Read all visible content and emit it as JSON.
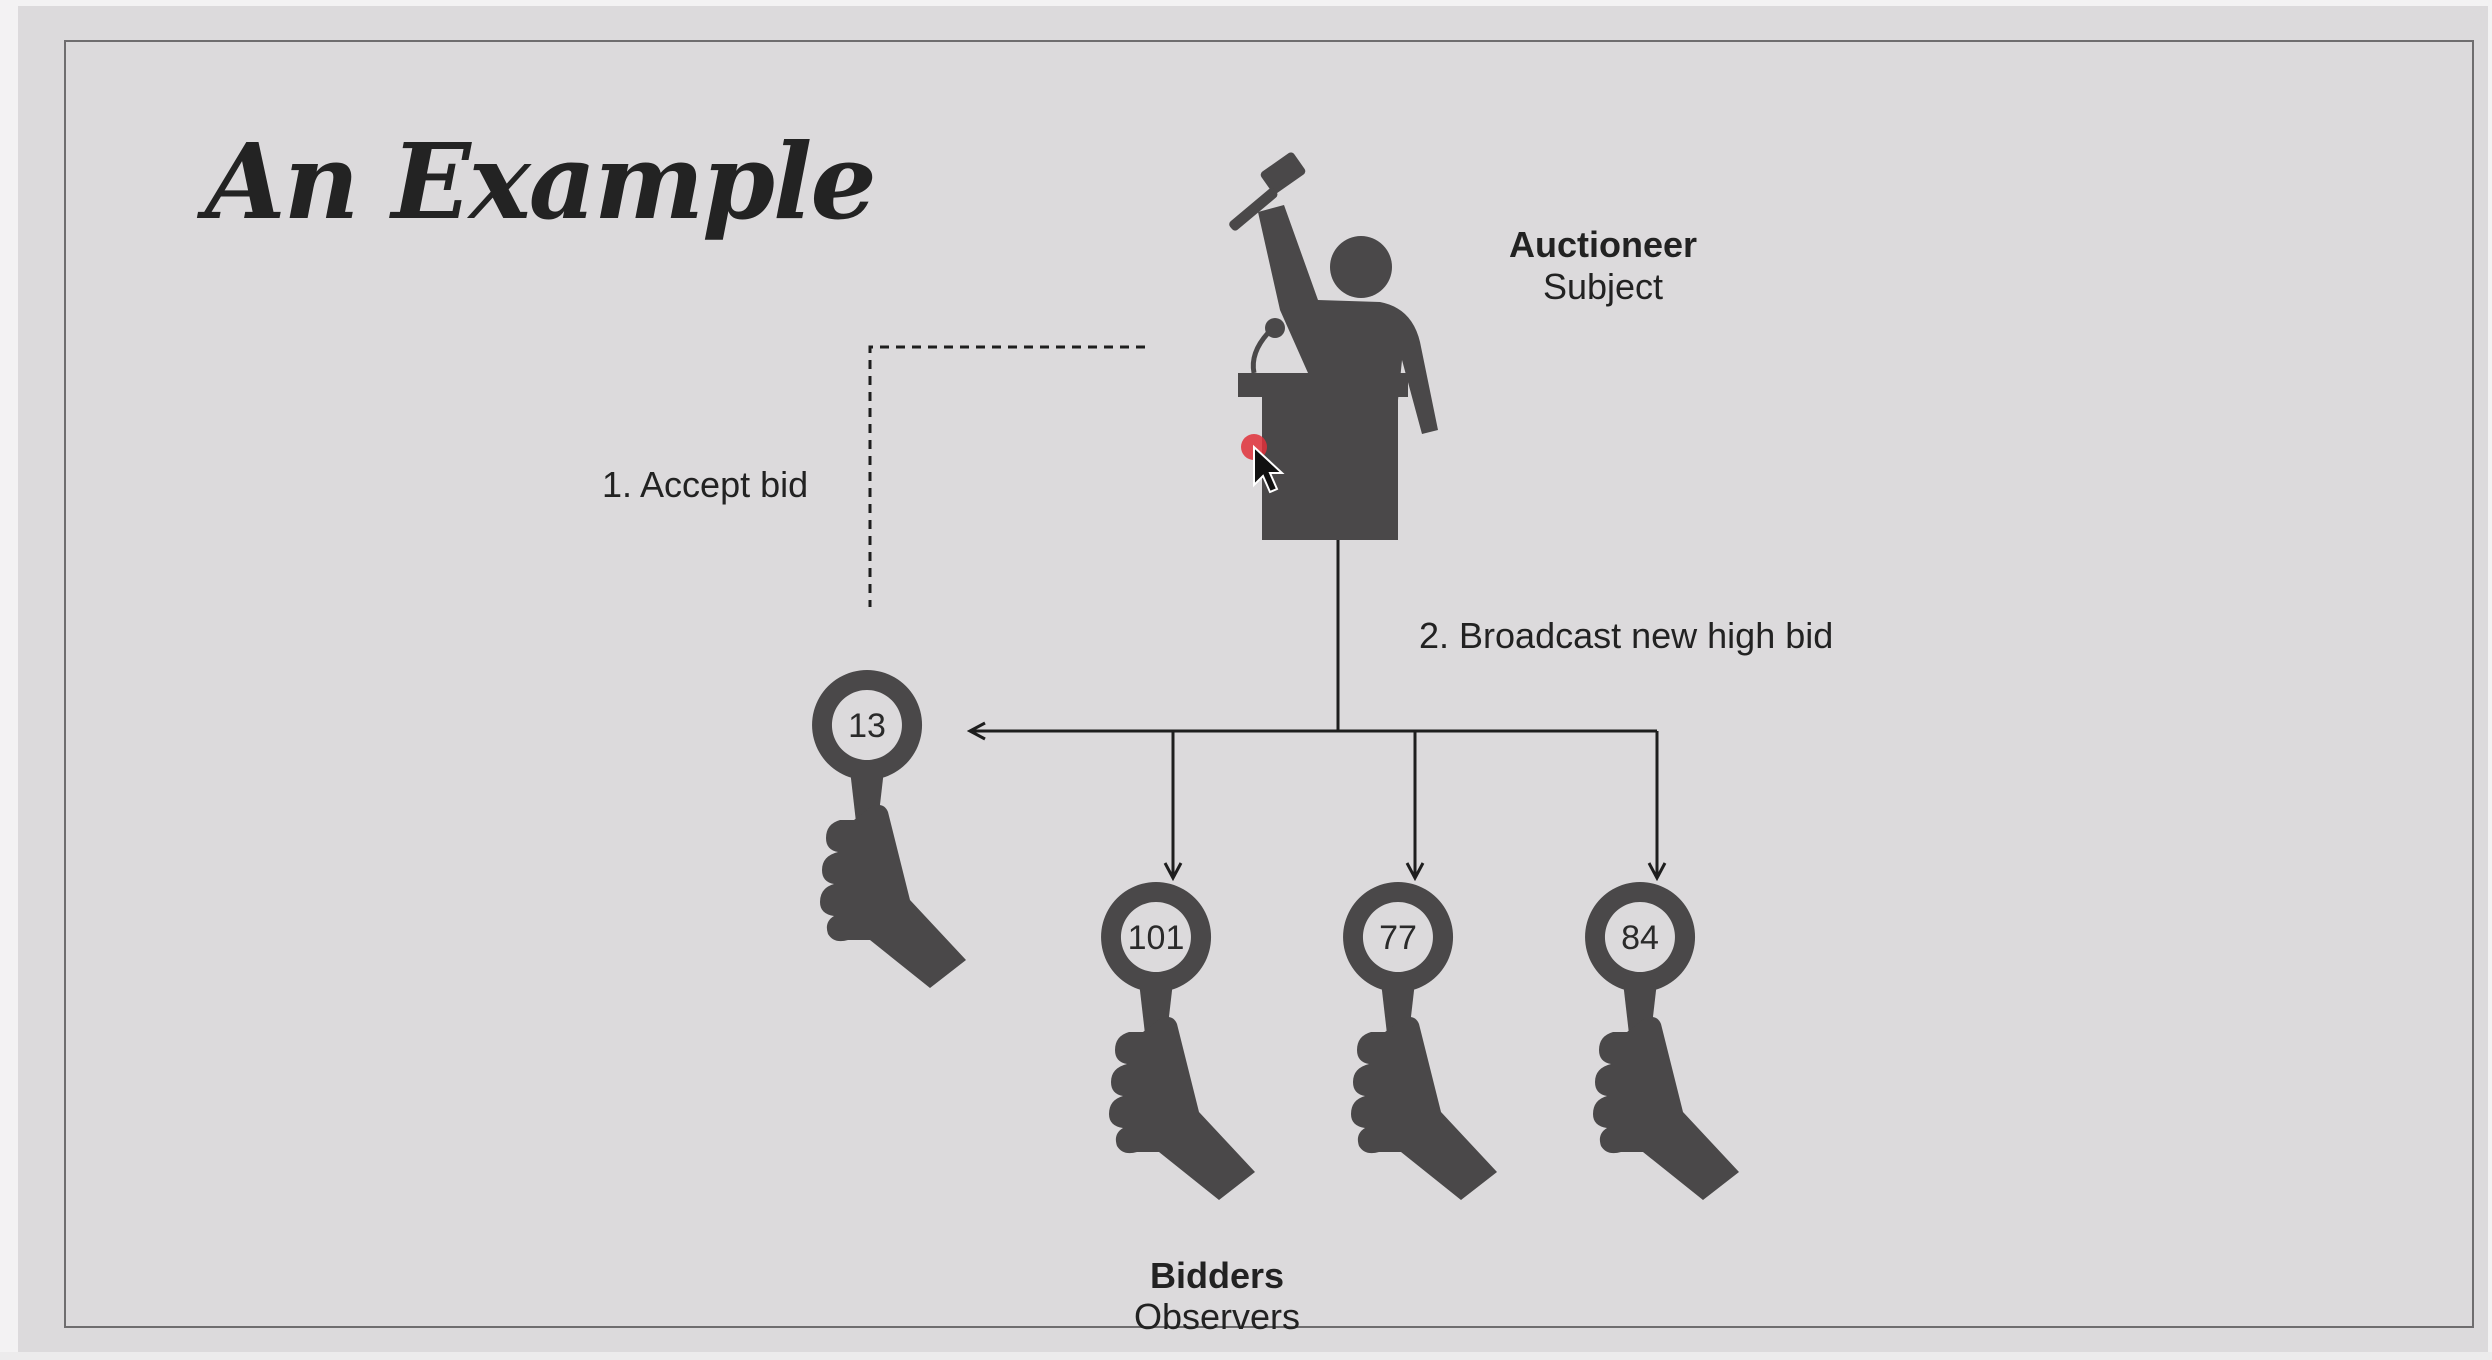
{
  "slide": {
    "title": "An Example"
  },
  "auctioneer": {
    "name": "Auctioneer",
    "role": "Subject"
  },
  "steps": {
    "accept_bid": "1. Accept bid",
    "broadcast": "2. Broadcast new high bid"
  },
  "bidders": {
    "name": "Bidders",
    "role": "Observers",
    "paddles": [
      {
        "number": "13"
      },
      {
        "number": "101"
      },
      {
        "number": "77"
      },
      {
        "number": "84"
      }
    ]
  },
  "colors": {
    "background": "#dcdadc",
    "icon": "#4a4849",
    "line": "#1e1e1e",
    "cursor_highlight": "#e0303a"
  },
  "icons": {
    "auctioneer": "auctioneer-podium-icon",
    "paddle": "bid-paddle-hand-icon",
    "cursor": "mouse-cursor-icon"
  }
}
